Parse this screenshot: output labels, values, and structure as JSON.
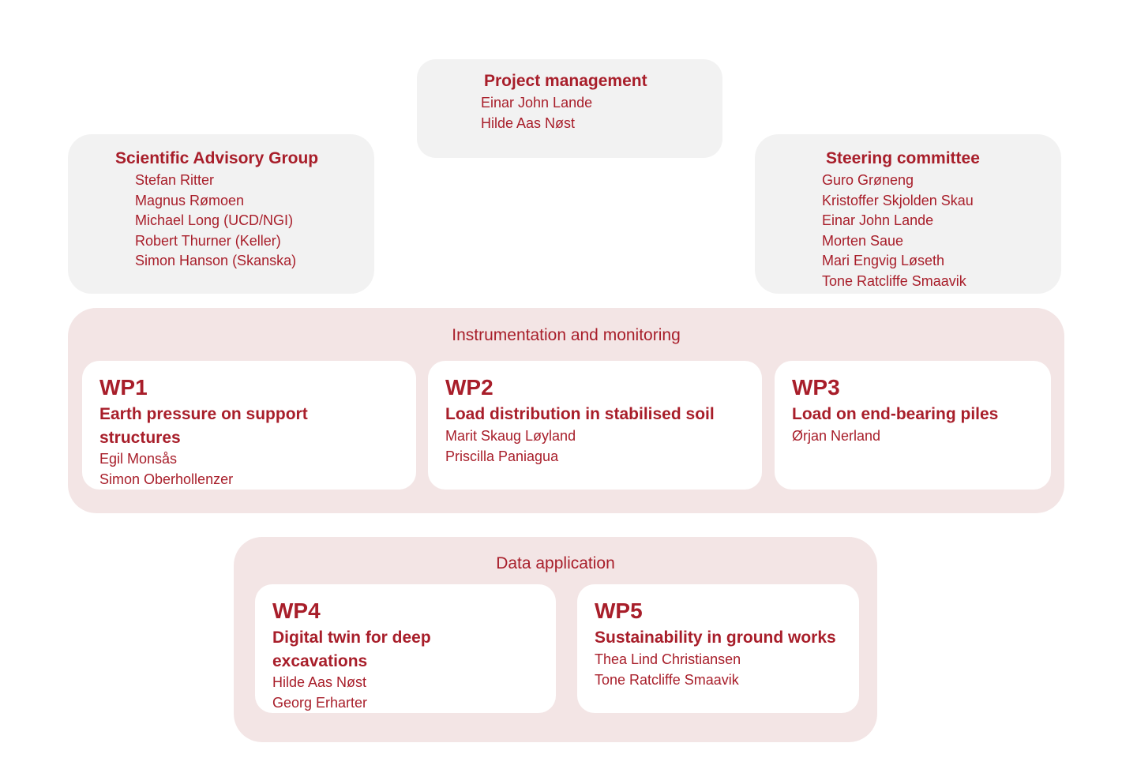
{
  "project_management": {
    "title": "Project management",
    "members": [
      "Einar John Lande",
      "Hilde Aas Nøst"
    ]
  },
  "scientific_advisory_group": {
    "title": "Scientific Advisory Group",
    "members": [
      "Stefan Ritter",
      "Magnus Rømoen",
      "Michael Long (UCD/NGI)",
      "Robert Thurner (Keller)",
      "Simon Hanson (Skanska)"
    ]
  },
  "steering_committee": {
    "title": "Steering committee",
    "members": [
      "Guro Grøneng",
      "Kristoffer Skjolden Skau",
      "Einar John Lande",
      "Morten Saue",
      "Mari Engvig Løseth",
      "Tone Ratcliffe Smaavik"
    ]
  },
  "instrumentation_group": {
    "label": "Instrumentation and monitoring",
    "work_packages": [
      {
        "code": "WP1",
        "title_lines": [
          "Earth pressure on support",
          "structures"
        ],
        "members": [
          "Egil Monsås",
          "Simon Oberhollenzer"
        ]
      },
      {
        "code": "WP2",
        "title_lines": [
          "Load distribution in stabilised soil"
        ],
        "members": [
          "Marit Skaug Løyland",
          "Priscilla Paniagua"
        ]
      },
      {
        "code": "WP3",
        "title_lines": [
          "Load on end-bearing piles"
        ],
        "members": [
          "Ørjan Nerland"
        ]
      }
    ]
  },
  "data_application_group": {
    "label": "Data application",
    "work_packages": [
      {
        "code": "WP4",
        "title_lines": [
          "Digital twin for deep",
          "excavations"
        ],
        "members": [
          "Hilde Aas Nøst",
          "Georg Erharter"
        ]
      },
      {
        "code": "WP5",
        "title_lines": [
          "Sustainability in ground works"
        ],
        "members": [
          "Thea Lind Christiansen",
          "Tone Ratcliffe Smaavik"
        ]
      }
    ]
  },
  "colors": {
    "accent": "#a81e2a",
    "grey_box": "#f2f2f2",
    "pink_group": "#f3e5e5",
    "white_box": "#ffffff"
  }
}
